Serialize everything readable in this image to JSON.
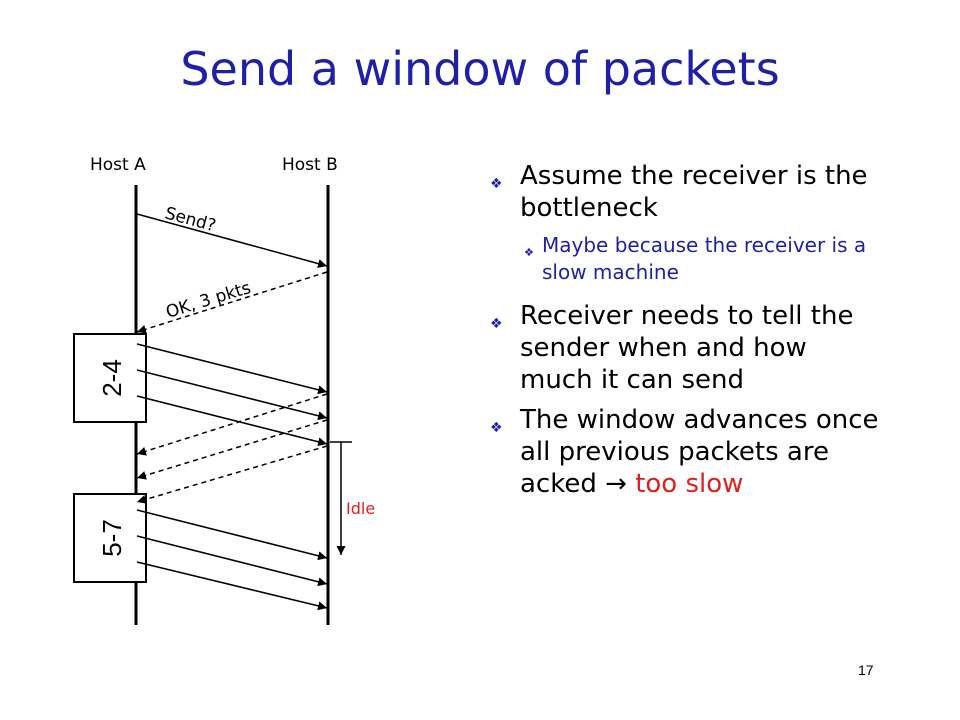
{
  "slide": {
    "title": "Send a window of packets",
    "page_number": "17"
  },
  "diagram": {
    "host_a": "Host A",
    "host_b": "Host B",
    "send_label": "Send?",
    "ok_label": "OK, 3 pkts",
    "window1": "2-4",
    "window2": "5-7",
    "idle_label": "Idle"
  },
  "bullets": {
    "b1": "Assume the receiver is the bottleneck",
    "b1_sub": "Maybe because the receiver is a slow machine",
    "b2": "Receiver needs to tell the sender when and how much it can send",
    "b3_main": "The window advances once all previous packets are acked",
    "b3_arrow": "→",
    "b3_red": "too slow",
    "marker": "❖"
  },
  "colors": {
    "title": "#1f1fa8",
    "accent_red": "#e02020"
  }
}
